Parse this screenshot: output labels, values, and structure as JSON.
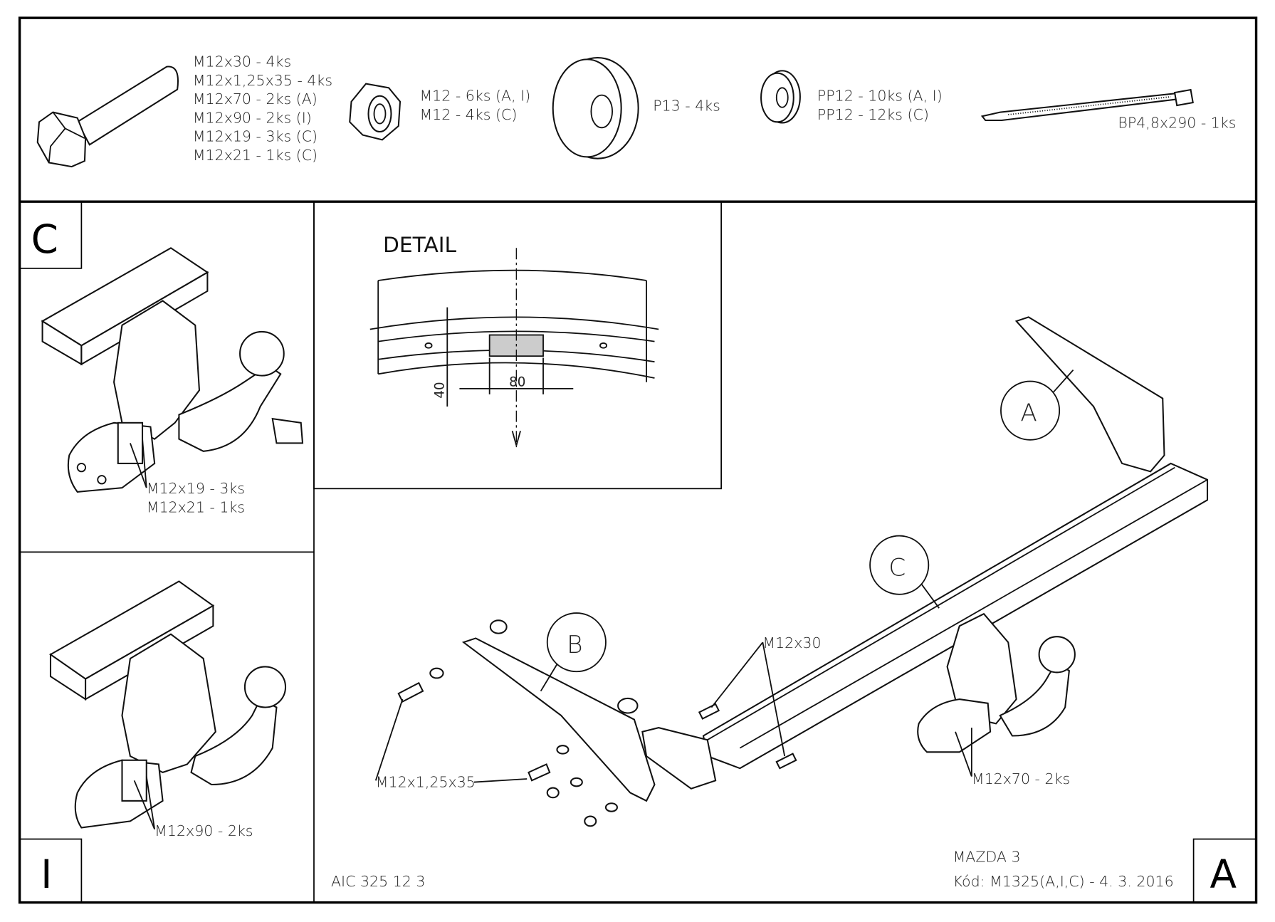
{
  "hardware": {
    "bolts": [
      "M12x30 - 4ks",
      "M12x1,25x35 - 4ks",
      "M12x70 - 2ks (A)",
      "M12x90 - 2ks (I)",
      "M12x19 - 3ks (C)",
      "M12x21 - 1ks (C)"
    ],
    "nuts": [
      "M12 - 6ks (A, I)",
      "M12 - 4ks (C)"
    ],
    "washer_large": "P13 - 4ks",
    "washers_small": [
      "PP12 - 10ks (A, I)",
      "PP12 - 12ks (C)"
    ],
    "cable_tie": "BP4,8x290 - 1ks"
  },
  "panel_c": {
    "letter": "C",
    "labels": [
      "M12x19 - 3ks",
      "M12x21 - 1ks"
    ]
  },
  "panel_i": {
    "letter": "I",
    "labels": [
      "M12x90 - 2ks"
    ]
  },
  "detail": {
    "title": "DETAIL",
    "dim_width": "80",
    "dim_height": "40"
  },
  "main": {
    "callouts": [
      "A",
      "B",
      "C"
    ],
    "labels": {
      "m12x30": "M12x30",
      "m12x125x35": "M12x1,25x35",
      "m12x70": "M12x70 - 2ks"
    }
  },
  "footer": {
    "code_left": "AIC 325 12 3",
    "model": "MAZDA 3",
    "code": "Kód: M1325(A,I,C) - 4. 3. 2016",
    "variant": "A"
  }
}
